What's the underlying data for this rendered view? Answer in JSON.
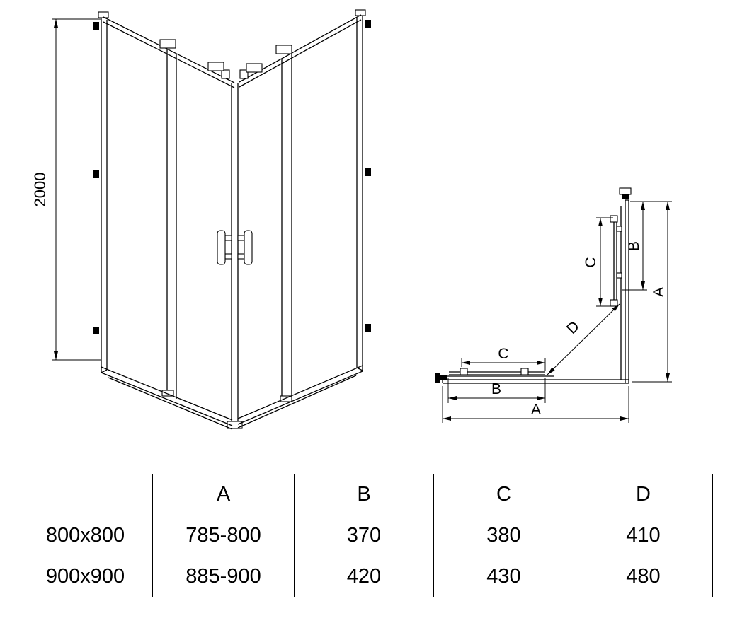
{
  "colors": {
    "ink": "#000000",
    "background": "#ffffff"
  },
  "front_view": {
    "height_dim": "2000"
  },
  "plan_view": {
    "side_c": "C",
    "side_b": "B",
    "side_a": "A",
    "diag_d": "D",
    "bottom_c": "C",
    "bottom_b": "B",
    "bottom_a": "A"
  },
  "table": {
    "headers": {
      "size": "",
      "a": "A",
      "b": "B",
      "c": "C",
      "d": "D"
    },
    "rows": [
      {
        "size": "800x800",
        "a": "785-800",
        "b": "370",
        "c": "380",
        "d": "410"
      },
      {
        "size": "900x900",
        "a": "885-900",
        "b": "420",
        "c": "430",
        "d": "480"
      }
    ]
  }
}
